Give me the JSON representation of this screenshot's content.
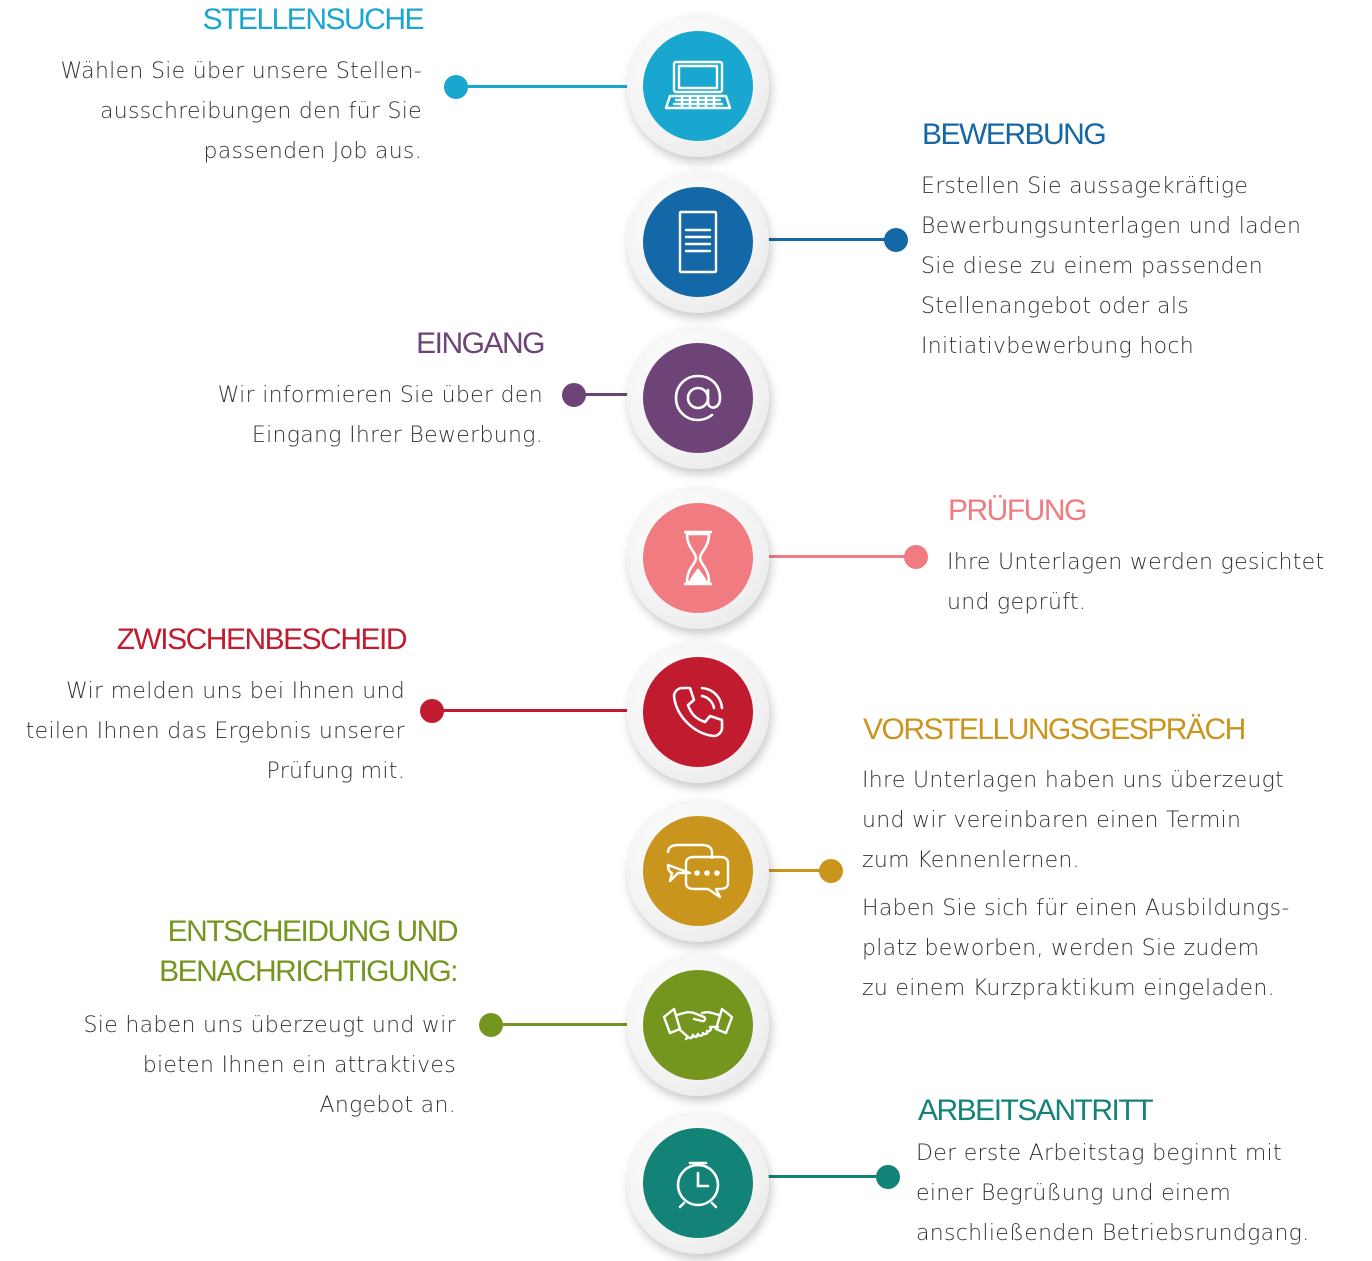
{
  "colors": {
    "stellensuche": "#1aa7cf",
    "bewerbung": "#1568a8",
    "eingang": "#6e4377",
    "pruefung": "#f07c82",
    "zwischenbescheid": "#c11b2f",
    "vorstellungsgespraech": "#c9951d",
    "entscheidung": "#74961f",
    "arbeitsantritt": "#138377"
  },
  "steps": [
    {
      "key": "stellensuche",
      "icon": "laptop-icon",
      "title": "STELLENSUCHE",
      "lines": [
        "Wählen Sie über unsere Stellen-",
        "ausschreibungen den für Sie",
        "passenden Job aus."
      ]
    },
    {
      "key": "bewerbung",
      "icon": "document-icon",
      "title": "BEWERBUNG",
      "lines": [
        "Erstellen Sie aussagekräftige",
        "Bewerbungsunterlagen und laden",
        "Sie diese zu einem passenden",
        "Stellenangebot oder als",
        "Initiativbewerbung hoch"
      ]
    },
    {
      "key": "eingang",
      "icon": "at-sign-icon",
      "title": "EINGANG",
      "lines": [
        "Wir informieren Sie über den",
        "Eingang Ihrer Bewerbung."
      ]
    },
    {
      "key": "pruefung",
      "icon": "hourglass-icon",
      "title": "PRÜFUNG",
      "lines": [
        "Ihre Unterlagen werden gesichtet",
        "und geprüft."
      ]
    },
    {
      "key": "zwischenbescheid",
      "icon": "phone-icon",
      "title": "ZWISCHENBESCHEID",
      "lines": [
        "Wir melden uns bei Ihnen und",
        "teilen Ihnen das Ergebnis unserer",
        "Prüfung mit."
      ]
    },
    {
      "key": "vorstellungsgespraech",
      "icon": "speech-bubbles-icon",
      "title": "VORSTELLUNGSGESPRÄCH",
      "lines": [
        "Ihre Unterlagen haben uns überzeugt",
        "und wir vereinbaren einen Termin",
        "zum Kennenlernen."
      ],
      "lines2": [
        "Haben Sie sich für einen Ausbildungs-",
        "platz beworben, werden Sie zudem",
        "zu einem Kurzpraktikum eingeladen."
      ]
    },
    {
      "key": "entscheidung",
      "icon": "handshake-icon",
      "title_lines": [
        "ENTSCHEIDUNG UND",
        "BENACHRICHTIGUNG:"
      ],
      "lines": [
        "Sie haben uns überzeugt und wir",
        "bieten Ihnen ein attraktives",
        "Angebot an."
      ]
    },
    {
      "key": "arbeitsantritt",
      "icon": "clock-icon",
      "title": "ARBEITSANTRITT",
      "lines": [
        "Der erste Arbeitstag beginnt mit",
        "einer Begrüßung und einem",
        "anschließenden Betriebsrundgang."
      ]
    }
  ]
}
